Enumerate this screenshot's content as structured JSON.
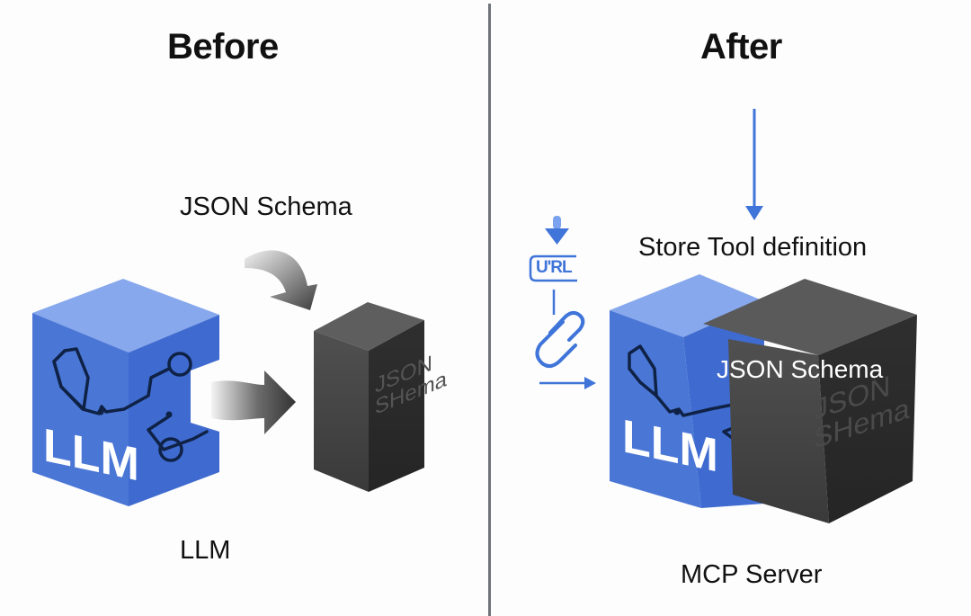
{
  "colors": {
    "background": "#fdfdfd",
    "divider": "#6f737a",
    "llm_cube_front": "#4a76d6",
    "llm_cube_top": "#87a8ec",
    "llm_cube_side": "#3e68c8",
    "circuit_lines": "#0f2246",
    "schema_block": "#3a3a3a",
    "accent_blue": "#3f74d9"
  },
  "before": {
    "title": "Before",
    "incoming_label": "JSON Schema",
    "llm_cube_text": "LLM",
    "schema_block_text_line1": "JSON",
    "schema_block_text_line2": "SHema",
    "caption": "LLM"
  },
  "after": {
    "title": "After",
    "incoming_label": "Store Tool definition",
    "url_icon_text": "U'RL",
    "llm_cube_text": "LLM",
    "overlay_label": "JSON Schema",
    "schema_block_text_line1": "JSON",
    "schema_block_text_line2": "SHema",
    "caption": "MCP Server"
  }
}
